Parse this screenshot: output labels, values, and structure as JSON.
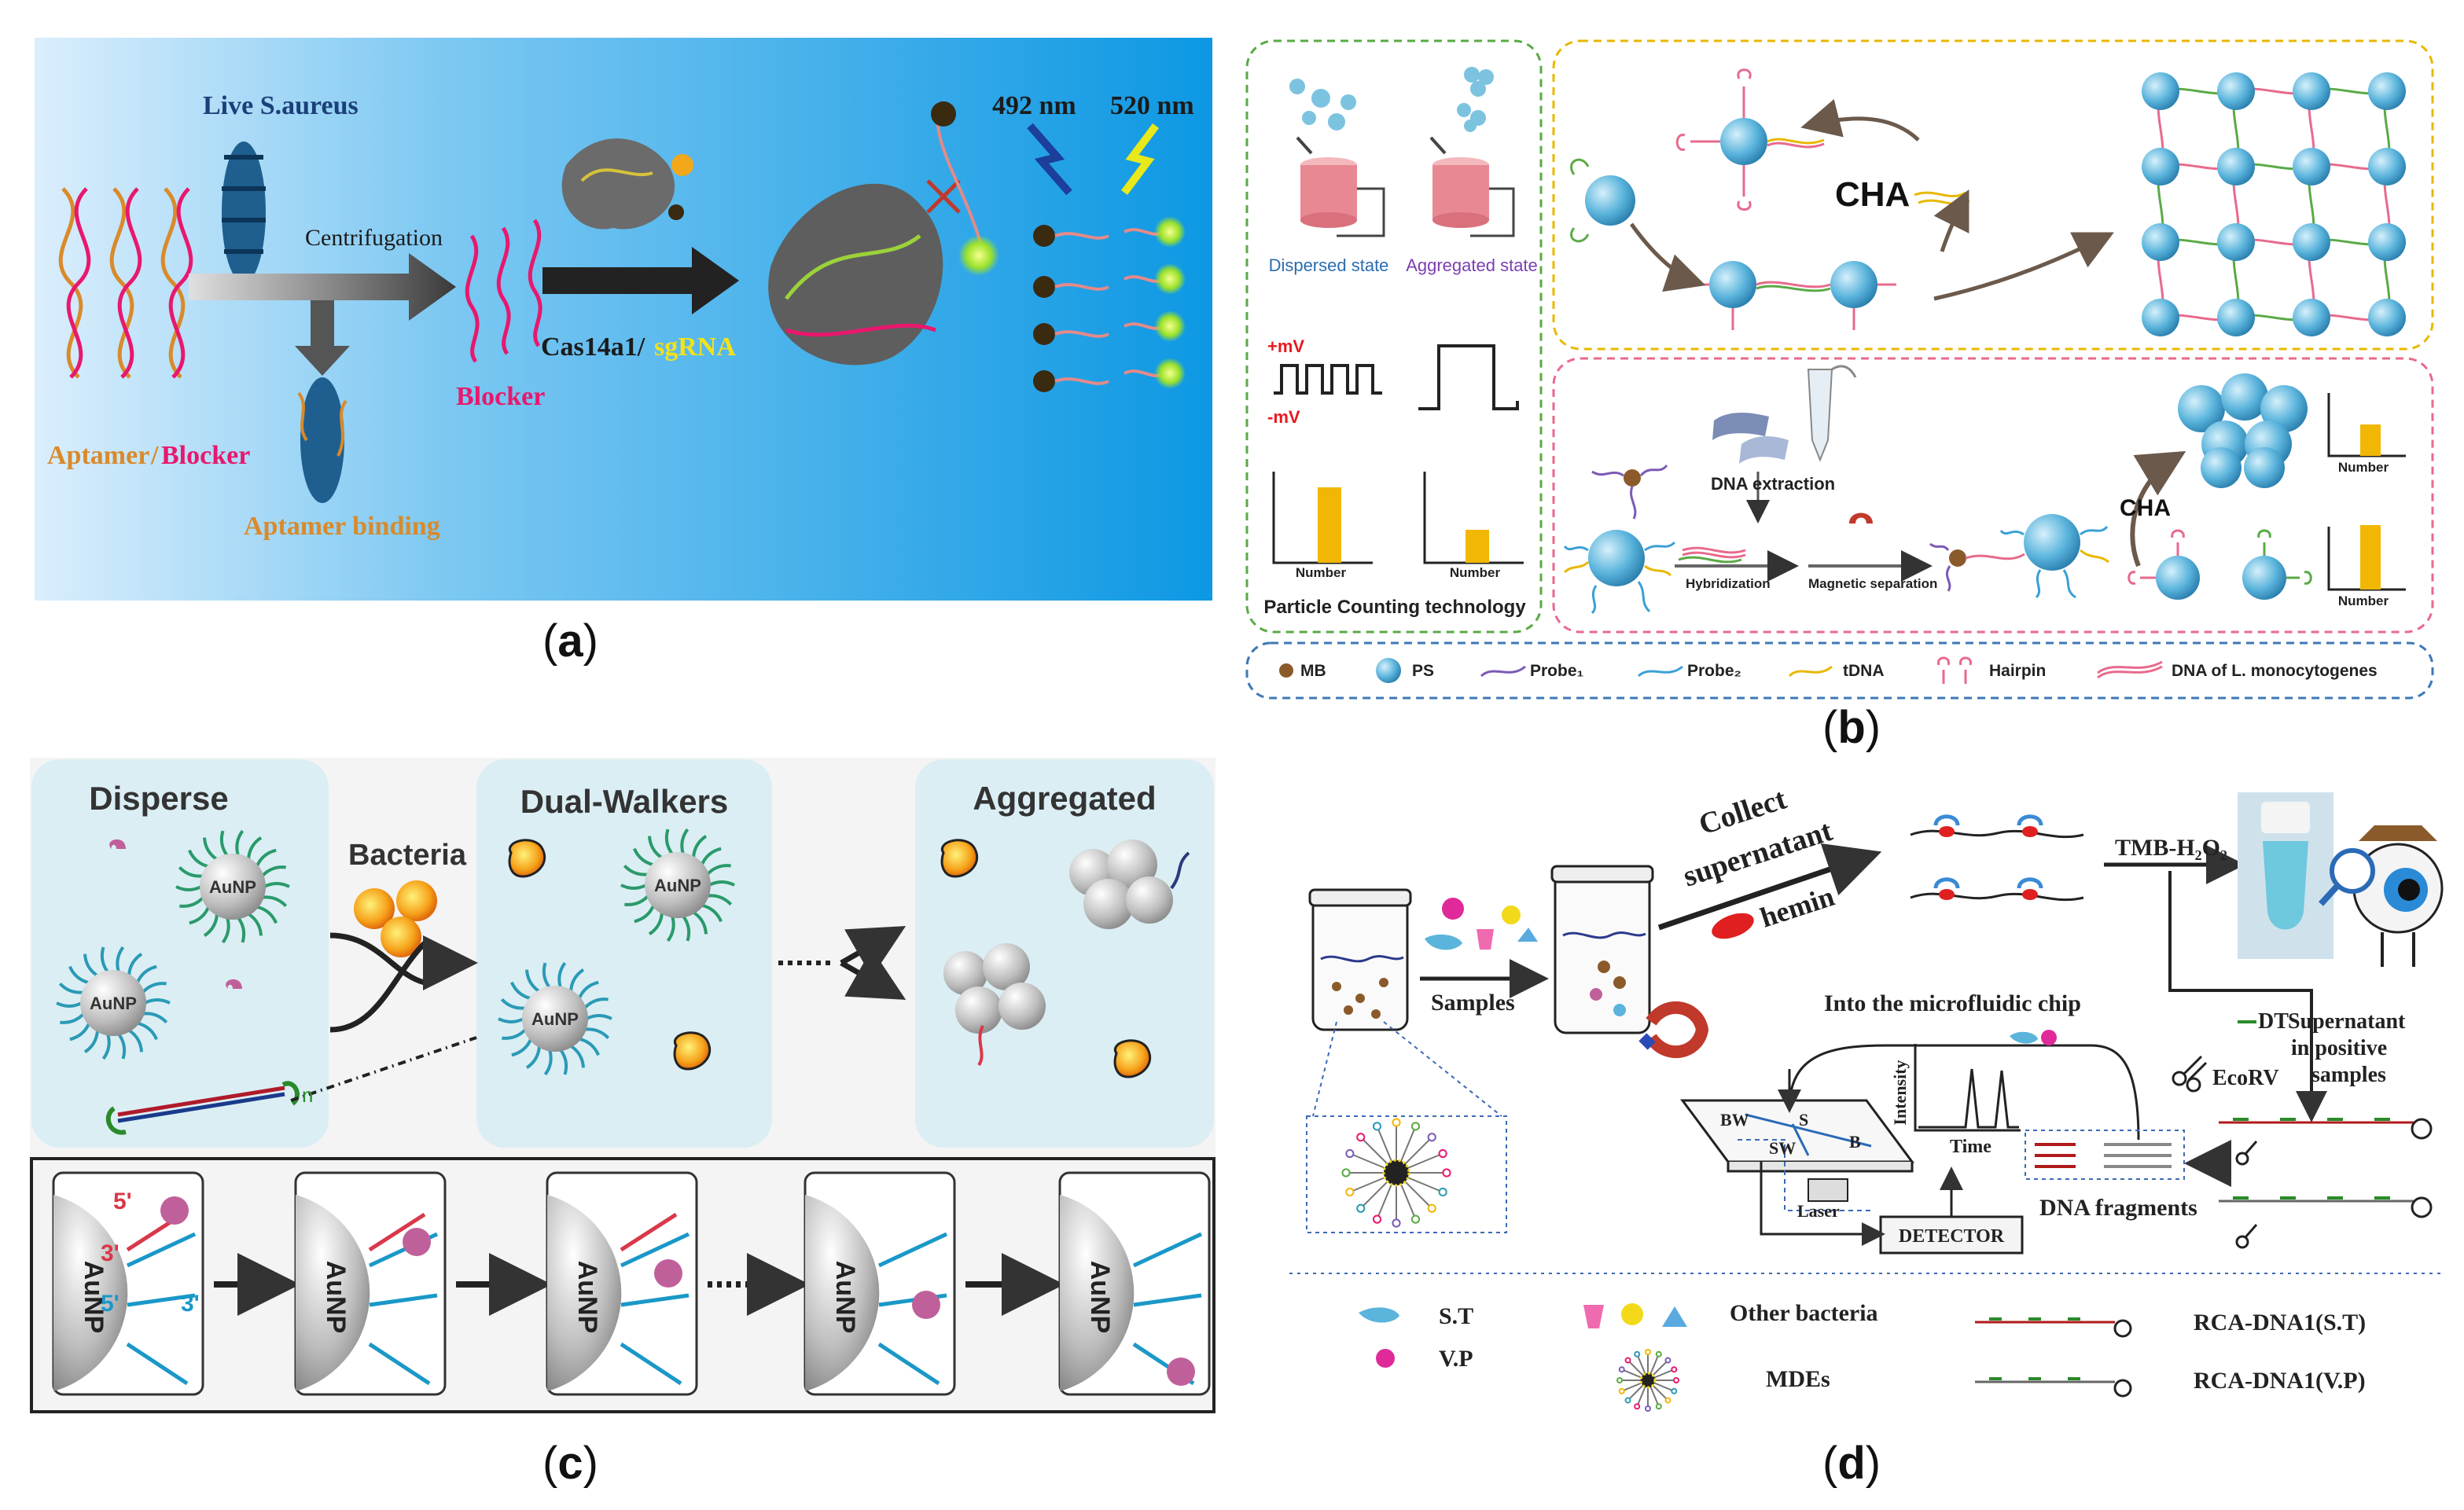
{
  "figure": {
    "panel_a": {
      "label": "a",
      "bacteria_label": "Live S.aureus",
      "step1": "Centrifugation",
      "aptamer": "Aptamer",
      "slash": "/",
      "blocker_word": "Blocker",
      "aptamer_binding": "Aptamer binding",
      "blocker": "Blocker",
      "cas": "Cas14a1/",
      "sgrna": "sgRNA",
      "wl1": "492 nm",
      "wl2": "520 nm"
    },
    "panel_b": {
      "label": "b",
      "dispersed": "Dispersed state",
      "aggregated": "Aggregated state",
      "plus_mv": "+mV",
      "minus_mv": "-mV",
      "number": "Number",
      "pct": "Particle Counting technology",
      "cha": "CHA",
      "dna_extraction": "DNA extraction",
      "hybridization": "Hybridization",
      "magnetic_separation": "Magnetic separation",
      "legend": {
        "mb": "MB",
        "ps": "PS",
        "probe1": "Probe₁",
        "probe2": "Probe₂",
        "tdna": "tDNA",
        "hairpin": "Hairpin",
        "dna_of": "DNA of L. monocytogenes"
      }
    },
    "panel_c": {
      "label": "c",
      "disperse": "Disperse",
      "bacteria": "Bacteria",
      "dual_walkers": "Dual-Walkers",
      "aggregated": "Aggregated",
      "aunp": "AuNP",
      "n": "n",
      "p5": "5'",
      "p3": "3'"
    },
    "panel_d": {
      "label": "d",
      "collect": "Collect",
      "supernatant": "supernatant",
      "hemin": "hemin",
      "tmb": "TMB-H₂O₂",
      "samples": "Samples",
      "into_chip": "Into the microfluidic chip",
      "intensity": "Intensity",
      "time": "Time",
      "bw": "BW",
      "s": "S",
      "b": "B",
      "sw": "SW",
      "laser": "Laser",
      "detector": "DETECTOR",
      "dna_fragments": "DNA fragments",
      "dt": "DT",
      "ecorv": "EcoRV",
      "sup_pos": [
        "Supernatant",
        "in positive",
        "samples"
      ],
      "legend": {
        "st": "S.T",
        "vp": "V.P",
        "other": "Other bacteria",
        "mdes": "MDEs",
        "rca_st": "RCA-DNA1(S.T)",
        "rca_vp": "RCA-DNA1(V.P)"
      }
    }
  },
  "colors": {
    "blue_bg": "#1aa3e8",
    "gold": "#f2b705",
    "pink_text": "#e8186e",
    "orange_text": "#d98a2b",
    "green_dash": "#5aaa46",
    "yellow_dash": "#e8b800",
    "pink_dash": "#e86a8c",
    "blue_dash": "#3e78b6",
    "sphere": "#5ab4dc",
    "panel_bg": "#dbeef4"
  }
}
